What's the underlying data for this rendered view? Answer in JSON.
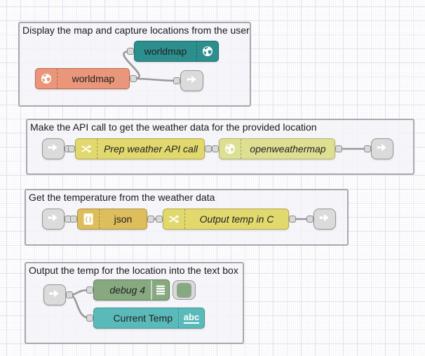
{
  "colors": {
    "canvas_background": "#ffffff",
    "grid_line": "#e2e2ef",
    "group_fill": "#f4f4f9",
    "group_border": "#a7a7ad",
    "wire": "#999999",
    "port_fill": "#d9d9d9",
    "link_node": "#dbdbdb",
    "worldmap_in_node": "#2d8e8e",
    "worldmap_node": "#e9967a",
    "change_node": "#e2d96e",
    "openweathermap_node": "#dde092",
    "json_node": "#debd5c",
    "debug_node": "#87a980",
    "ui_text_node": "#5ababa",
    "debug_toggle_on": "#87a980"
  },
  "groups": [
    {
      "label": "Display the map and capture locations from the user",
      "nodes": [
        {
          "label": "worldmap",
          "icon": "globe-icon",
          "color": "#2d8e8e"
        },
        {
          "label": "worldmap",
          "icon": "globe-icon",
          "color": "#e9967a"
        },
        {
          "icon": "link-out-icon",
          "color": "#dbdbdb"
        }
      ]
    },
    {
      "label": "Make the API call to get the weather data for the provided location",
      "nodes": [
        {
          "icon": "link-in-icon",
          "color": "#dbdbdb"
        },
        {
          "label": "Prep weather API call",
          "icon": "shuffle-icon",
          "color": "#e2d96e"
        },
        {
          "label": "openweathermap",
          "icon": "globe-icon",
          "color": "#dde092"
        },
        {
          "icon": "link-out-icon",
          "color": "#dbdbdb"
        }
      ]
    },
    {
      "label": "Get the temperature from the weather data",
      "nodes": [
        {
          "icon": "link-in-icon",
          "color": "#dbdbdb"
        },
        {
          "label": "json",
          "icon": "json-icon",
          "color": "#debd5c"
        },
        {
          "label": "Output temp in C",
          "icon": "shuffle-icon",
          "color": "#e2d96e"
        },
        {
          "icon": "link-out-icon",
          "color": "#dbdbdb"
        }
      ]
    },
    {
      "label": "Output the temp for the location into the text box",
      "nodes": [
        {
          "icon": "link-in-icon",
          "color": "#dbdbdb"
        },
        {
          "label": "debug 4",
          "icon": "debug-sidebar-icon",
          "color": "#87a980",
          "toggle": "on"
        },
        {
          "label": "Current Temp",
          "icon": "abc-icon",
          "icon_text": "abc",
          "color": "#5ababa"
        }
      ]
    }
  ]
}
